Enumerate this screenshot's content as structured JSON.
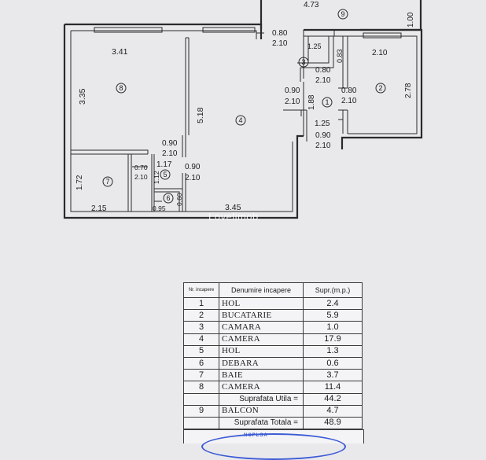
{
  "plan": {
    "dimensions": {
      "balcony_len": "4.73",
      "balcony_w": "1.00",
      "room8_w": "3.41",
      "room8_h": "3.35",
      "room4_h": "5.18",
      "room2_w": "2.10",
      "room2_h": "2.78",
      "d_080": "0.80",
      "d_210a": "2.10",
      "d_125a": "1.25",
      "d_083": "0.83",
      "d_080b": "0.80",
      "d_210b": "2.10",
      "d_080c": "0.80",
      "d_210c": "2.10",
      "d_090a": "0.90",
      "d_210d": "2.10",
      "d_188": "1.88",
      "d_125b": "1.25",
      "d_090b": "0.90",
      "d_210e": "2.10",
      "d_090c": "0.90",
      "d_210f": "2.10",
      "d_117": "1.17",
      "d_070": "0.70",
      "d_210g": "2.10",
      "d_112": "1.12",
      "d_090d": "0.90",
      "d_210h": "2.10",
      "room7_h": "1.72",
      "room7_w": "2.15",
      "room6_w": "0.95",
      "room6_h": "0.60",
      "room4_w": "3.45"
    },
    "room_numbers": {
      "r1": "1",
      "r2": "2",
      "r3": "3",
      "r4": "4",
      "r5": "5",
      "r6": "6",
      "r7": "7",
      "r8": "8",
      "r9": "9"
    },
    "watermark": "Lovelimob"
  },
  "table": {
    "headers": [
      "Nr. incapere",
      "Denumire incapere",
      "Supr.(m.p.)"
    ],
    "rows": [
      {
        "nr": "1",
        "name": "HOL",
        "area": "2.4"
      },
      {
        "nr": "2",
        "name": "BUCATARIE",
        "area": "5.9"
      },
      {
        "nr": "3",
        "name": "CAMARA",
        "area": "1.0"
      },
      {
        "nr": "4",
        "name": "CAMERA",
        "area": "17.9"
      },
      {
        "nr": "5",
        "name": "HOL",
        "area": "1.3"
      },
      {
        "nr": "6",
        "name": "DEBARA",
        "area": "0.6"
      },
      {
        "nr": "7",
        "name": "BAIE",
        "area": "3.7"
      },
      {
        "nr": "8",
        "name": "CAMERA",
        "area": "11.4"
      }
    ],
    "utila_label": "Suprafata Utila =",
    "utila_value": "44.2",
    "balcon": {
      "nr": "9",
      "name": "BALCON",
      "area": "4.7"
    },
    "totala_label": "Suprafata Totala =",
    "totala_value": "48.9"
  },
  "stamp": {
    "partial_text": "NCPLSA"
  },
  "colors": {
    "ink": "#2a2a2a",
    "paper": "#e9e9ec",
    "stamp": "#3d5bd6"
  }
}
